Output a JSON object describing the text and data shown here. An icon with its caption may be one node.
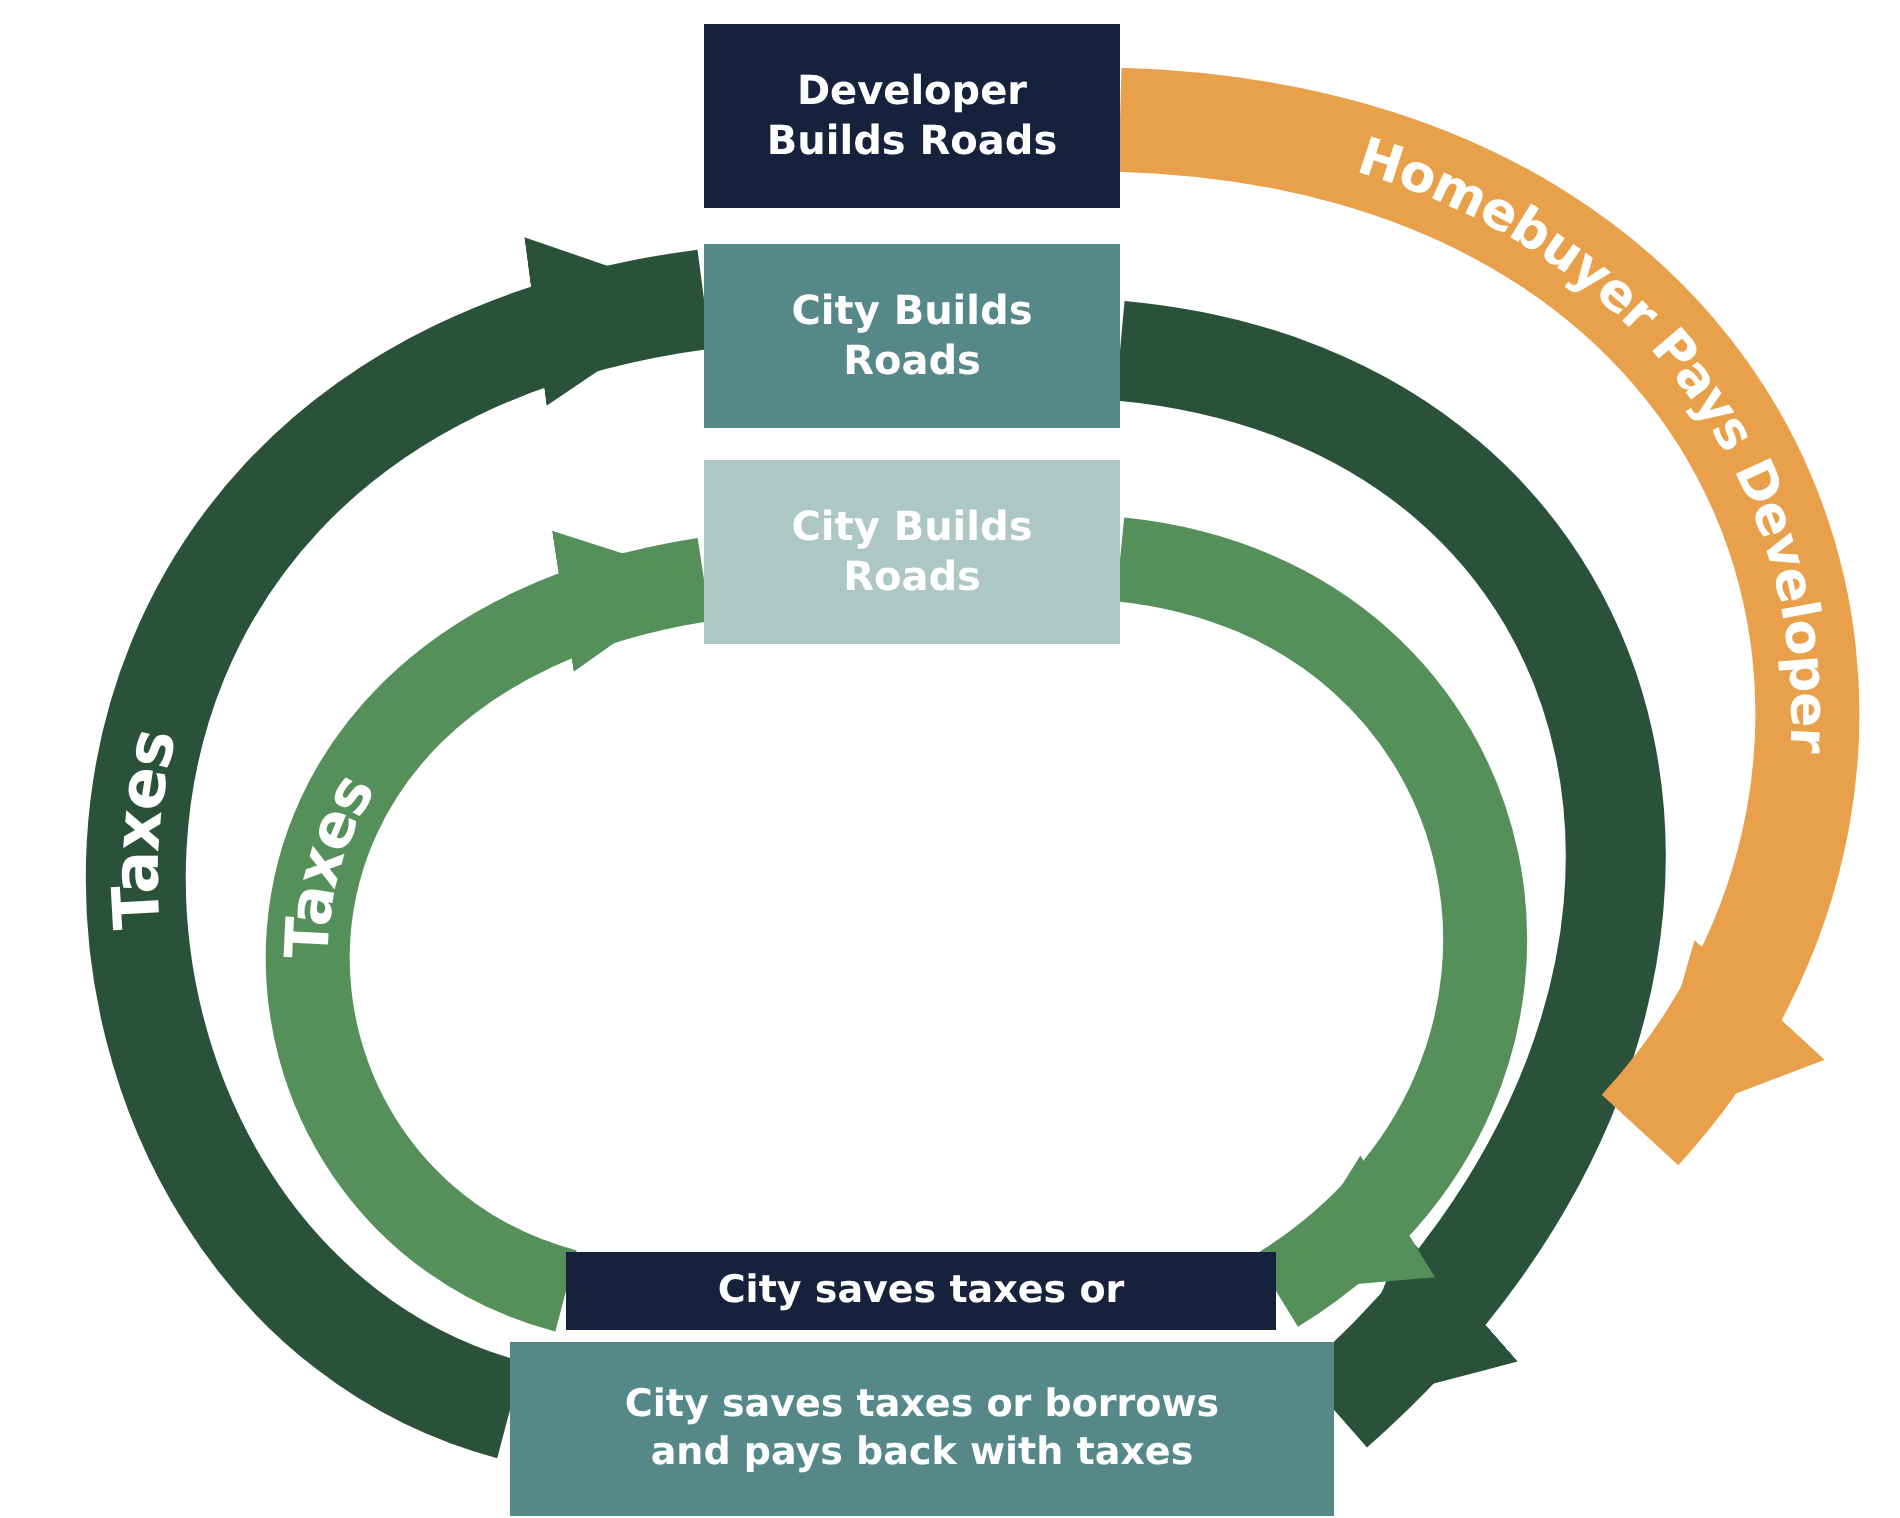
{
  "diagram": {
    "nodes": [
      {
        "text": [
          "Developer Builds Roads"
        ]
      },
      {
        "text": [
          "City Builds Roads"
        ]
      },
      {
        "text": [
          "City Builds Roads"
        ]
      },
      {
        "text": [
          "City saves taxes or"
        ]
      },
      {
        "text": [
          "City saves taxes or borrows and pays back with taxes"
        ]
      }
    ],
    "edges": [
      {
        "from": 4,
        "to": 1,
        "arrow": "to",
        "label": "Taxes",
        "color": "#2a513a"
      },
      {
        "from": 3,
        "to": 2,
        "arrow": "to",
        "label": "Taxes",
        "color": "#558f59"
      },
      {
        "from": 1,
        "to": 4,
        "arrow": "to",
        "color": "#2a513a"
      },
      {
        "from": 2,
        "to": 3,
        "arrow": "to",
        "color": "#558f59"
      },
      {
        "from": 0,
        "to": null,
        "arrow": "to",
        "label": "Homebuyer Pays Developer",
        "color": "#e9a04a"
      }
    ]
  }
}
